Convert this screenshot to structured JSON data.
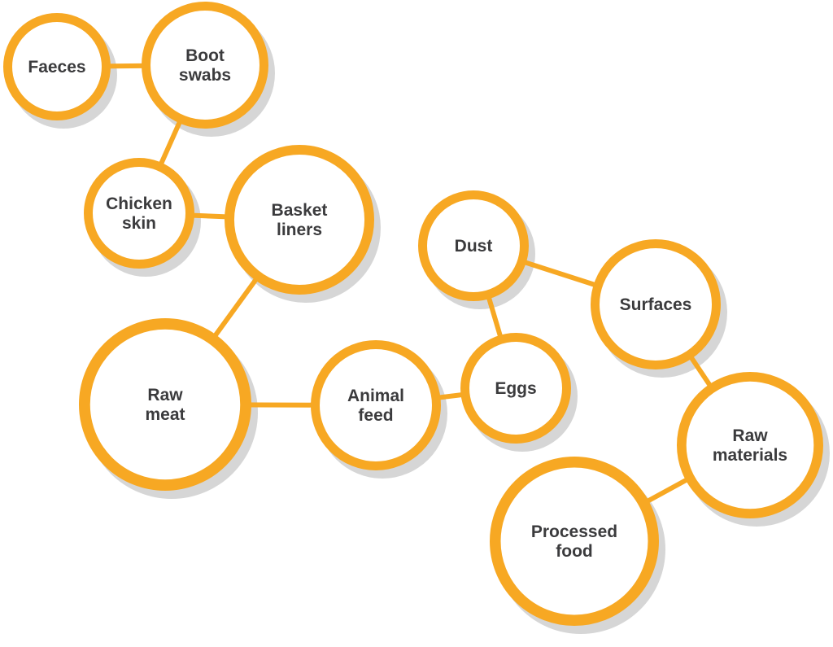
{
  "colors": {
    "accent": "#F7A823",
    "text": "#3b3b3d",
    "shadow": "#d6d6d6"
  },
  "nodes": [
    {
      "id": "faeces",
      "lines": [
        "Faeces"
      ]
    },
    {
      "id": "boot-swabs",
      "lines": [
        "Boot",
        "swabs"
      ]
    },
    {
      "id": "chicken-skin",
      "lines": [
        "Chicken",
        "skin"
      ]
    },
    {
      "id": "basket-liners",
      "lines": [
        "Basket",
        "liners"
      ]
    },
    {
      "id": "raw-meat",
      "lines": [
        "Raw",
        "meat"
      ]
    },
    {
      "id": "animal-feed",
      "lines": [
        "Animal",
        "feed"
      ]
    },
    {
      "id": "eggs",
      "lines": [
        "Eggs"
      ]
    },
    {
      "id": "dust",
      "lines": [
        "Dust"
      ]
    },
    {
      "id": "surfaces",
      "lines": [
        "Surfaces"
      ]
    },
    {
      "id": "raw-materials",
      "lines": [
        "Raw",
        "materials"
      ]
    },
    {
      "id": "processed-food",
      "lines": [
        "Processed",
        "food"
      ]
    }
  ],
  "edges": [
    [
      "faeces",
      "boot-swabs"
    ],
    [
      "boot-swabs",
      "chicken-skin"
    ],
    [
      "chicken-skin",
      "basket-liners"
    ],
    [
      "basket-liners",
      "raw-meat"
    ],
    [
      "raw-meat",
      "animal-feed"
    ],
    [
      "animal-feed",
      "eggs"
    ],
    [
      "eggs",
      "dust"
    ],
    [
      "dust",
      "surfaces"
    ],
    [
      "surfaces",
      "raw-materials"
    ],
    [
      "raw-materials",
      "processed-food"
    ]
  ]
}
